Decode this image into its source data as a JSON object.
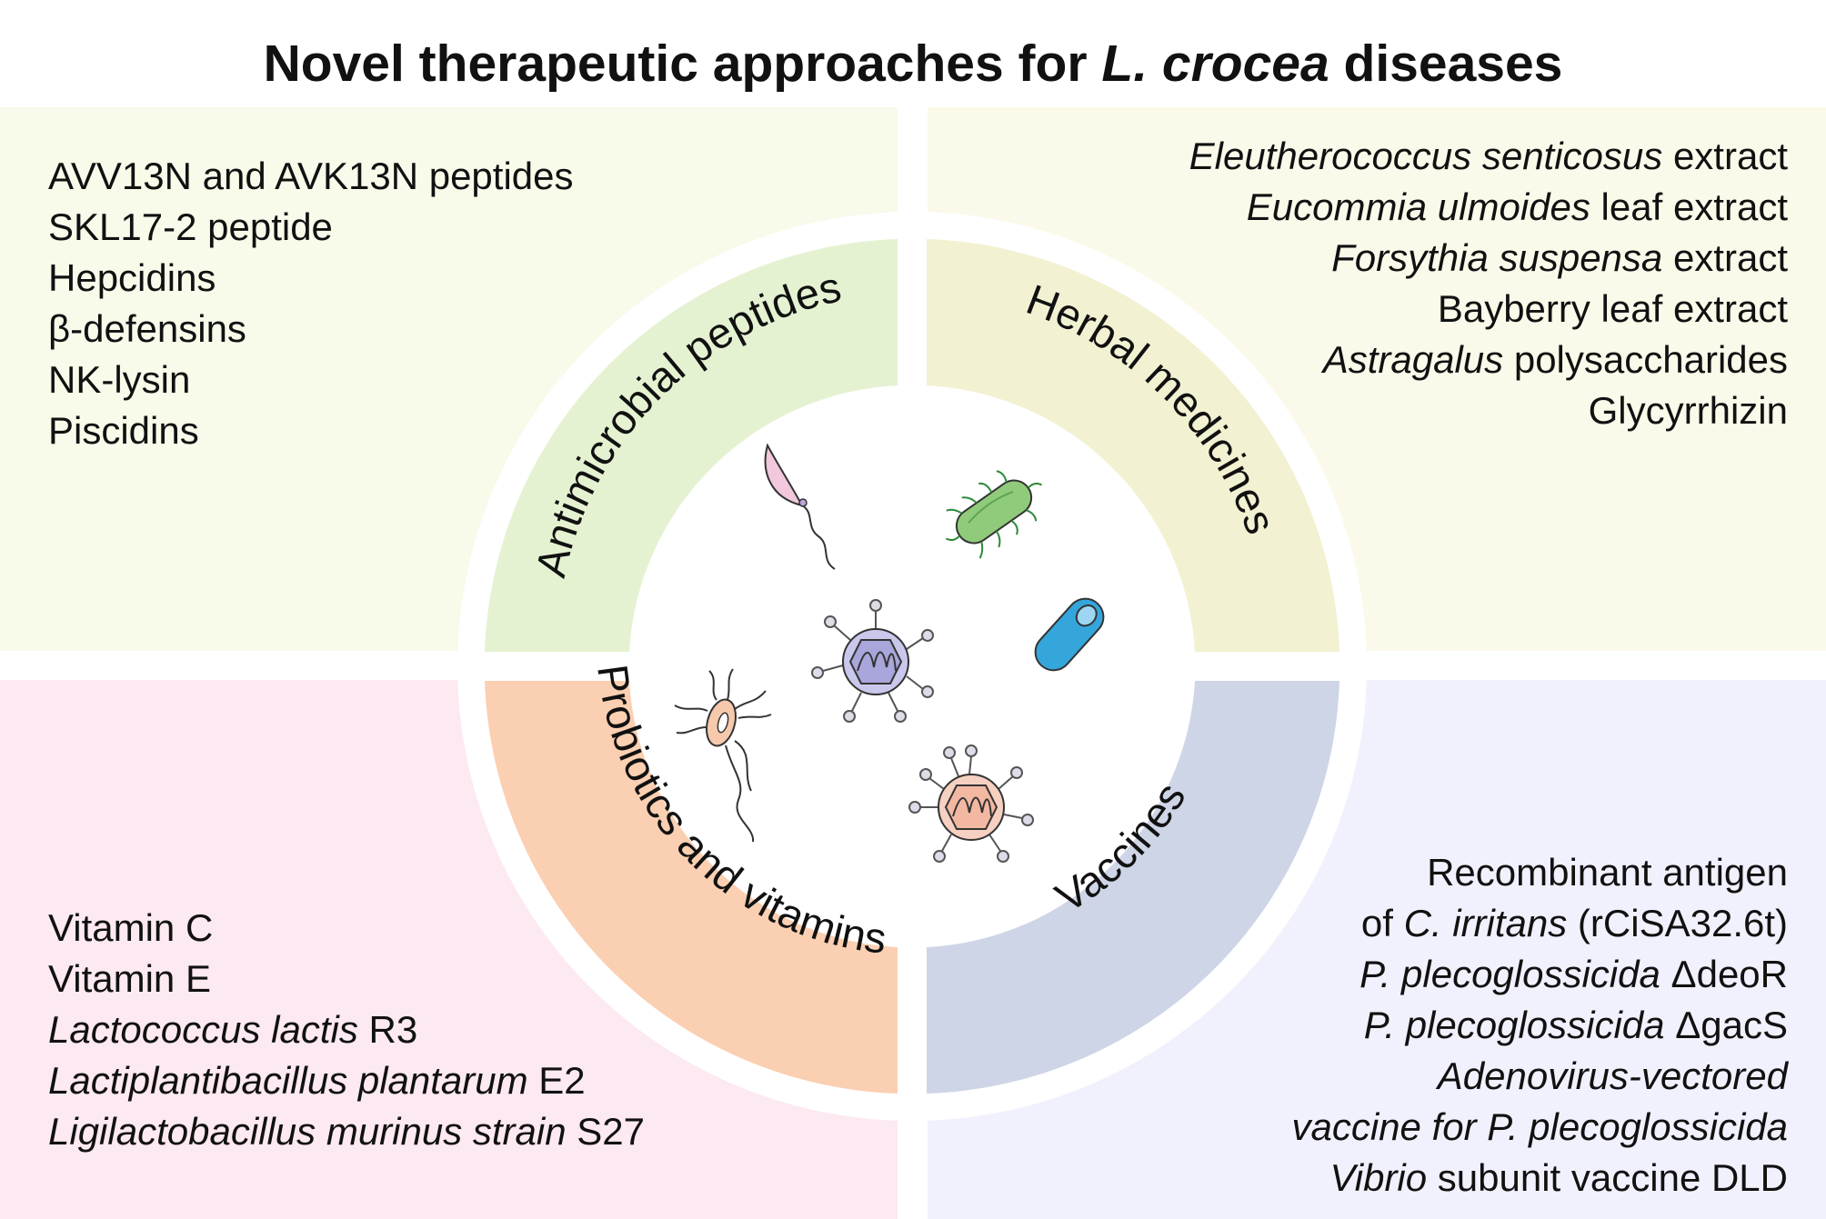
{
  "title": {
    "before": "Novel therapeutic approaches for ",
    "species": "L. crocea",
    "after": " diseases"
  },
  "colors": {
    "antimicrobial_ring": "#e5f2d2",
    "herbal_ring": "#f2f1d2",
    "probiotics_ring": "#fbcfb1",
    "vaccines_ring": "#ced5e6",
    "quad_tl_bg": "#f8faea",
    "quad_tr_bg": "#fbfaea",
    "quad_bl_bg": "#fde9f1",
    "quad_br_bg": "#f1f1fd"
  },
  "segments": {
    "antimicrobial": "Antimicrobial peptides",
    "herbal": "Herbal medicines",
    "probiotics": "Probiotics and vitamins",
    "vaccines": "Vaccines"
  },
  "antimicrobial_items": [
    "AVV13N and AVK13N peptides",
    "SKL17-2 peptide",
    "Hepcidins",
    "β-defensins",
    "NK-lysin",
    "Piscidins"
  ],
  "herbal_items": [
    {
      "it": "Eleutherococcus senticosus",
      "rest": " extract"
    },
    {
      "it": "Eucommia ulmoides",
      "rest": " leaf extract"
    },
    {
      "it": "Forsythia suspensa",
      "rest": " extract"
    },
    {
      "it": "",
      "rest": "Bayberry leaf extract"
    },
    {
      "it": "Astragalus",
      "rest": " polysaccharides"
    },
    {
      "it": "",
      "rest": "Glycyrrhizin"
    }
  ],
  "probiotics_items": [
    {
      "it": "",
      "rest": "Vitamin C"
    },
    {
      "it": "",
      "rest": "Vitamin E"
    },
    {
      "it": "Lactococcus lactis",
      "rest": " R3"
    },
    {
      "it": "Lactiplantibacillus plantarum",
      "rest": " E2"
    },
    {
      "it": "Ligilactobacillus murinus strain",
      "rest": " S27"
    }
  ],
  "vaccine_items": [
    {
      "pre": "Recombinant antigen",
      "it": "",
      "rest": ""
    },
    {
      "pre": "of ",
      "it": "C. irritans",
      "rest": " (rCiSA32.6t)"
    },
    {
      "pre": "",
      "it": "P. plecoglossicida",
      "rest": " ΔdeoR"
    },
    {
      "pre": "",
      "it": "P. plecoglossicida",
      "rest": " ΔgacS"
    },
    {
      "pre": "",
      "it": "Adenovirus-vectored",
      "rest": ""
    },
    {
      "pre": "",
      "it": "vaccine for P. plecoglossicida",
      "rest": ""
    },
    {
      "pre": "",
      "it": "Vibrio",
      "rest": " subunit vaccine DLD"
    }
  ],
  "center_icons": [
    "flagellate-icon",
    "bacillus-icon",
    "virus-icon",
    "rod-bacterium-icon",
    "ciliate-icon",
    "virus-icon"
  ]
}
